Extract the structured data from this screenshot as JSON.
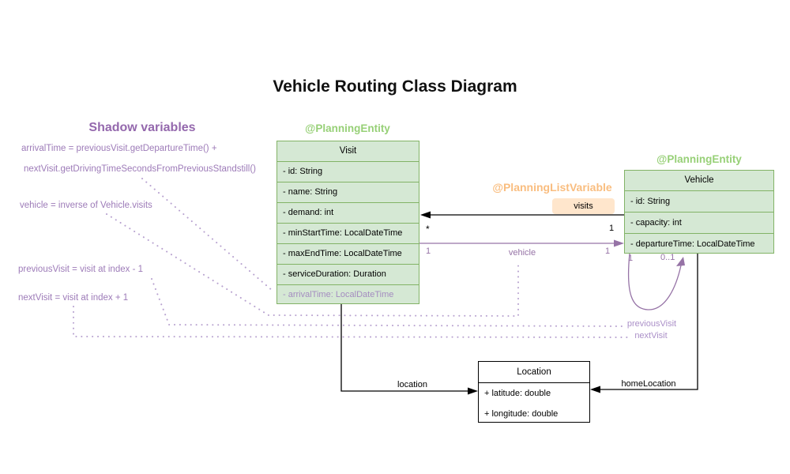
{
  "title": "Vehicle Routing Class Diagram",
  "shadow_panel": {
    "heading": "Shadow variables",
    "formulas": [
      "arrivalTime = previousVisit.getDepartureTime() +",
      "nextVisit.getDrivingTimeSecondsFromPreviousStandstill()",
      "vehicle = inverse of Vehicle.visits",
      "previousVisit = visit at index - 1",
      "nextVisit = visit at index + 1"
    ]
  },
  "annotations": {
    "visit_planning_entity": "@PlanningEntity",
    "vehicle_planning_entity": "@PlanningEntity",
    "planning_list_variable": "@PlanningListVariable"
  },
  "classes": {
    "visit": {
      "name": "Visit",
      "attributes": [
        "- id: String",
        "- name: String",
        "- demand: int",
        "- minStartTime: LocalDateTime",
        "- maxEndTime: LocalDateTime",
        "- serviceDuration: Duration",
        "- arrivalTime: LocalDateTime"
      ]
    },
    "vehicle": {
      "name": "Vehicle",
      "attributes": [
        "- id: String",
        "- capacity: int",
        "- departureTime: LocalDateTime"
      ]
    },
    "location": {
      "name": "Location",
      "attributes": [
        "+ latitude: double",
        "+ longitude: double"
      ]
    }
  },
  "relations": {
    "visits": {
      "label": "visits",
      "mult_visit_end": "*",
      "mult_vehicle_end": "1"
    },
    "vehicle_ref": {
      "label": "vehicle",
      "mult_visit_end": "1",
      "mult_vehicle_end": "1"
    },
    "chain": {
      "label_previous": "previousVisit",
      "label_next": "nextVisit",
      "mult_source": "1",
      "mult_target": "0..1"
    },
    "location_ref": {
      "label": "location"
    },
    "home_location_ref": {
      "label": "homeLocation"
    }
  },
  "colors": {
    "entity_annotation_green": "#97d077",
    "class_fill_green": "#d5e8d4",
    "class_stroke_green": "#82b366",
    "list_variable_orange": "#f9bd7f",
    "visits_chip_fill": "#ffe6cc",
    "association_purple": "#9673a6",
    "dotted_lavender": "#b7a1cf"
  }
}
